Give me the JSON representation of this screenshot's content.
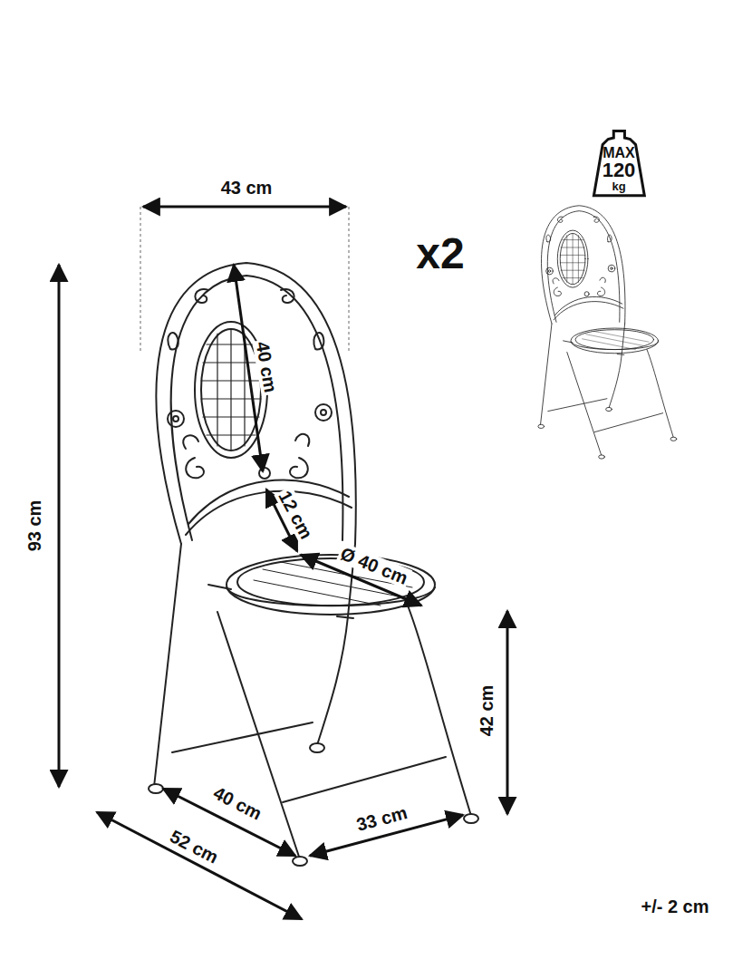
{
  "diagram": {
    "nodes": [
      {
        "text": [
          "MAX",
          "120",
          "kg"
        ]
      }
    ],
    "labels": [
      "43 cm",
      "x2",
      "40 cm",
      "12 cm",
      "Ø 40 cm",
      "93 cm",
      "42 cm",
      "40 cm",
      "52 cm",
      "33 cm",
      "+/- 2 cm"
    ]
  }
}
